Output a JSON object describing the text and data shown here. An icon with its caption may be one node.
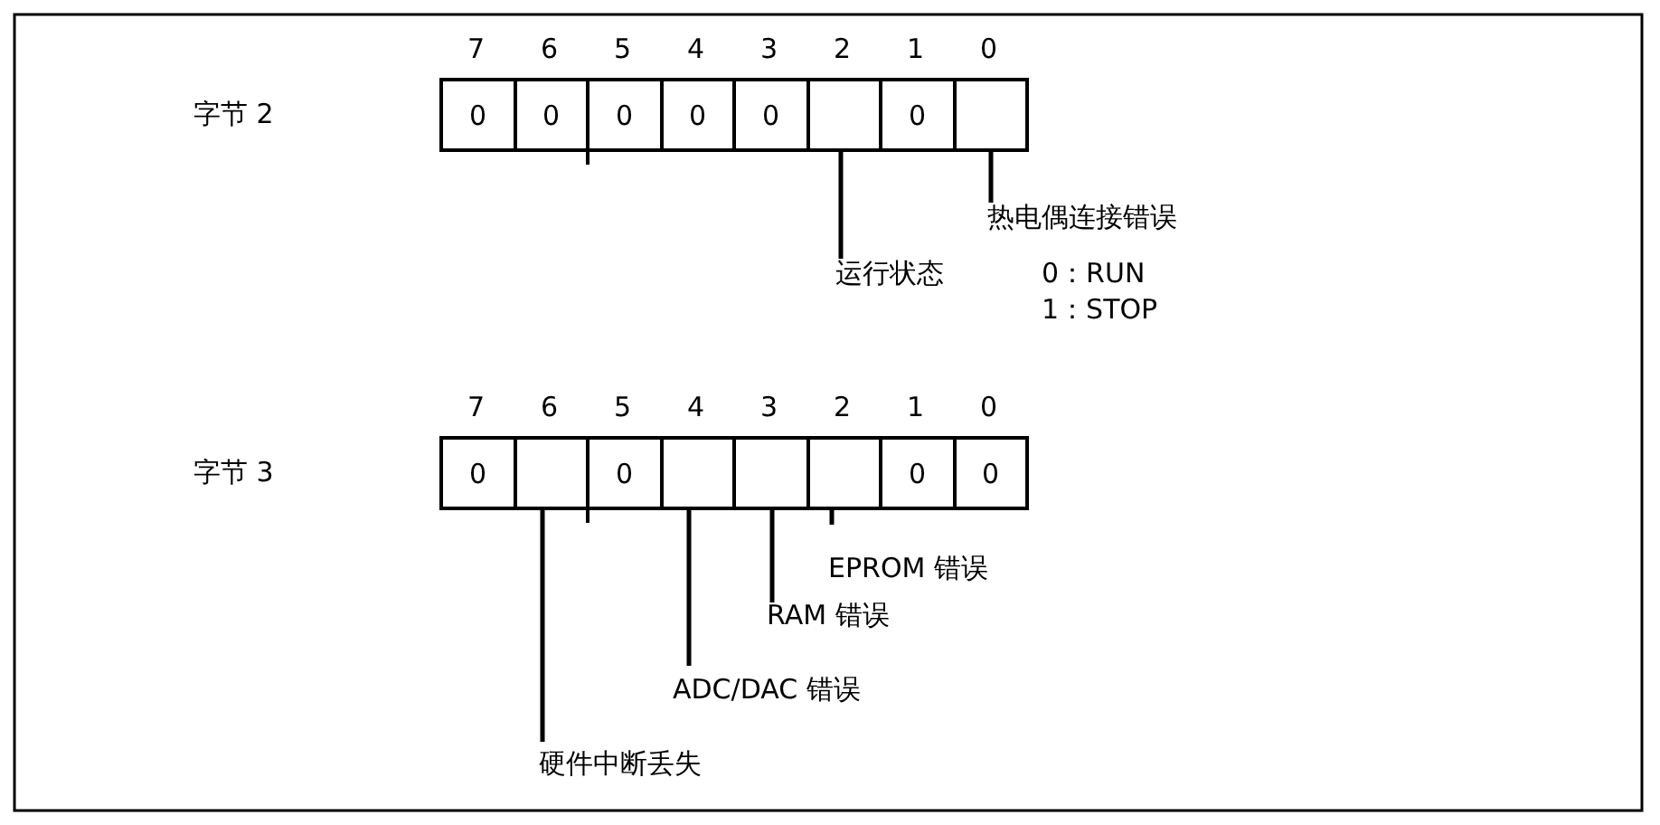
{
  "diagram": {
    "nodes": [
      {
        "text": [
          "0"
        ]
      },
      {
        "text": [
          "0"
        ]
      },
      {
        "text": [
          "0"
        ]
      },
      {
        "text": [
          "0"
        ]
      },
      {
        "text": [
          "0"
        ]
      },
      {
        "text": [],
        "shape": "box"
      },
      {
        "text": [
          "0"
        ]
      },
      {
        "text": [],
        "shape": "box"
      },
      {
        "text": [
          "热电偶连接错误"
        ]
      },
      {
        "text": [
          "运行状态"
        ],
        "beside": [
          "0：RUN",
          "1：STOP"
        ]
      },
      {
        "text": [
          "0"
        ]
      },
      {
        "text": [],
        "shape": "box"
      },
      {
        "text": [
          "0"
        ]
      },
      {
        "text": [],
        "shape": "box"
      },
      {
        "text": [],
        "shape": "box"
      },
      {
        "text": [],
        "shape": "box"
      },
      {
        "text": [
          "0"
        ]
      },
      {
        "text": [
          "0"
        ]
      },
      {
        "text": [
          "EPROM 错误"
        ]
      },
      {
        "text": [
          "RAM 错误"
        ]
      },
      {
        "text": [
          "ADC/DAC 错误"
        ]
      },
      {
        "text": [
          "硬件中断丢失"
        ]
      }
    ],
    "edges": [
      {
        "from": 8,
        "to": 7,
        "arrow": "none"
      },
      {
        "from": 9,
        "to": 5,
        "arrow": "none"
      },
      {
        "from": 18,
        "to": 15,
        "arrow": "none"
      },
      {
        "from": 19,
        "to": 14,
        "arrow": "none"
      },
      {
        "from": 20,
        "to": 13,
        "arrow": "none"
      },
      {
        "from": 21,
        "to": 11,
        "arrow": "none"
      }
    ],
    "labels": [
      "7",
      "6",
      "5",
      "4",
      "3",
      "2",
      "1",
      "0",
      "字节 2",
      "7",
      "6",
      "5",
      "4",
      "3",
      "2",
      "1",
      "0",
      "字节 3"
    ]
  }
}
